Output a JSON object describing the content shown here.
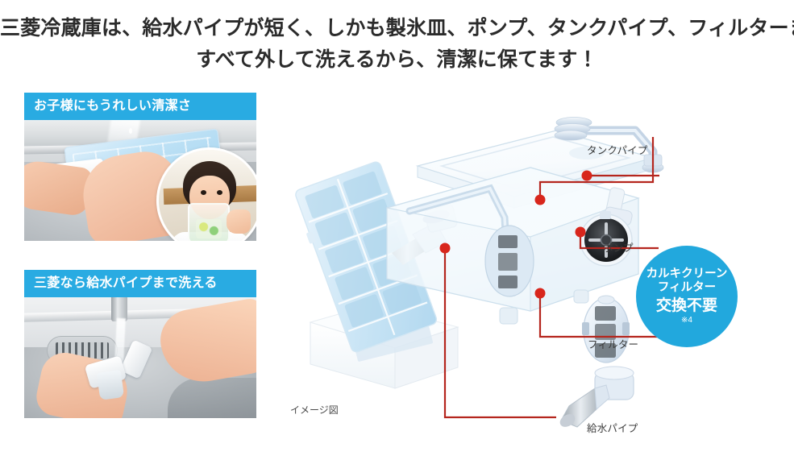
{
  "headline": {
    "line1": "三菱冷蔵庫は、給水パイプが短く、しかも製氷皿、ポンプ、タンクパイプ、フィルターまで、",
    "line2": "すべて外して洗えるから、清潔に保てます！"
  },
  "photos": [
    {
      "caption": "お子様にもうれしい清潔さ",
      "description": "シンクで製氷皿を手洗いしている様子と、コップで飲む子どもの丸い写真"
    },
    {
      "caption": "三菱なら給水パイプまで洗える",
      "description": "蛇口の水で給水パイプの部品を手洗いしている様子"
    }
  ],
  "diagram": {
    "note": "イメージ図",
    "labels": {
      "tank_pipe": "タンクパイプ",
      "pump": "ポンプ",
      "filter": "フィルター",
      "water_supply_pipe": "給水パイプ"
    }
  },
  "badge": {
    "line1": "カルキクリーン",
    "line2": "フィルター",
    "line3": "交換不要",
    "line4": "※4"
  },
  "colors": {
    "banner_cyan": "#29abe2",
    "badge_cyan": "#22a8dd",
    "leader_red": "#b5261e",
    "headline_text": "#2b2b2b",
    "background": "#ffffff"
  }
}
